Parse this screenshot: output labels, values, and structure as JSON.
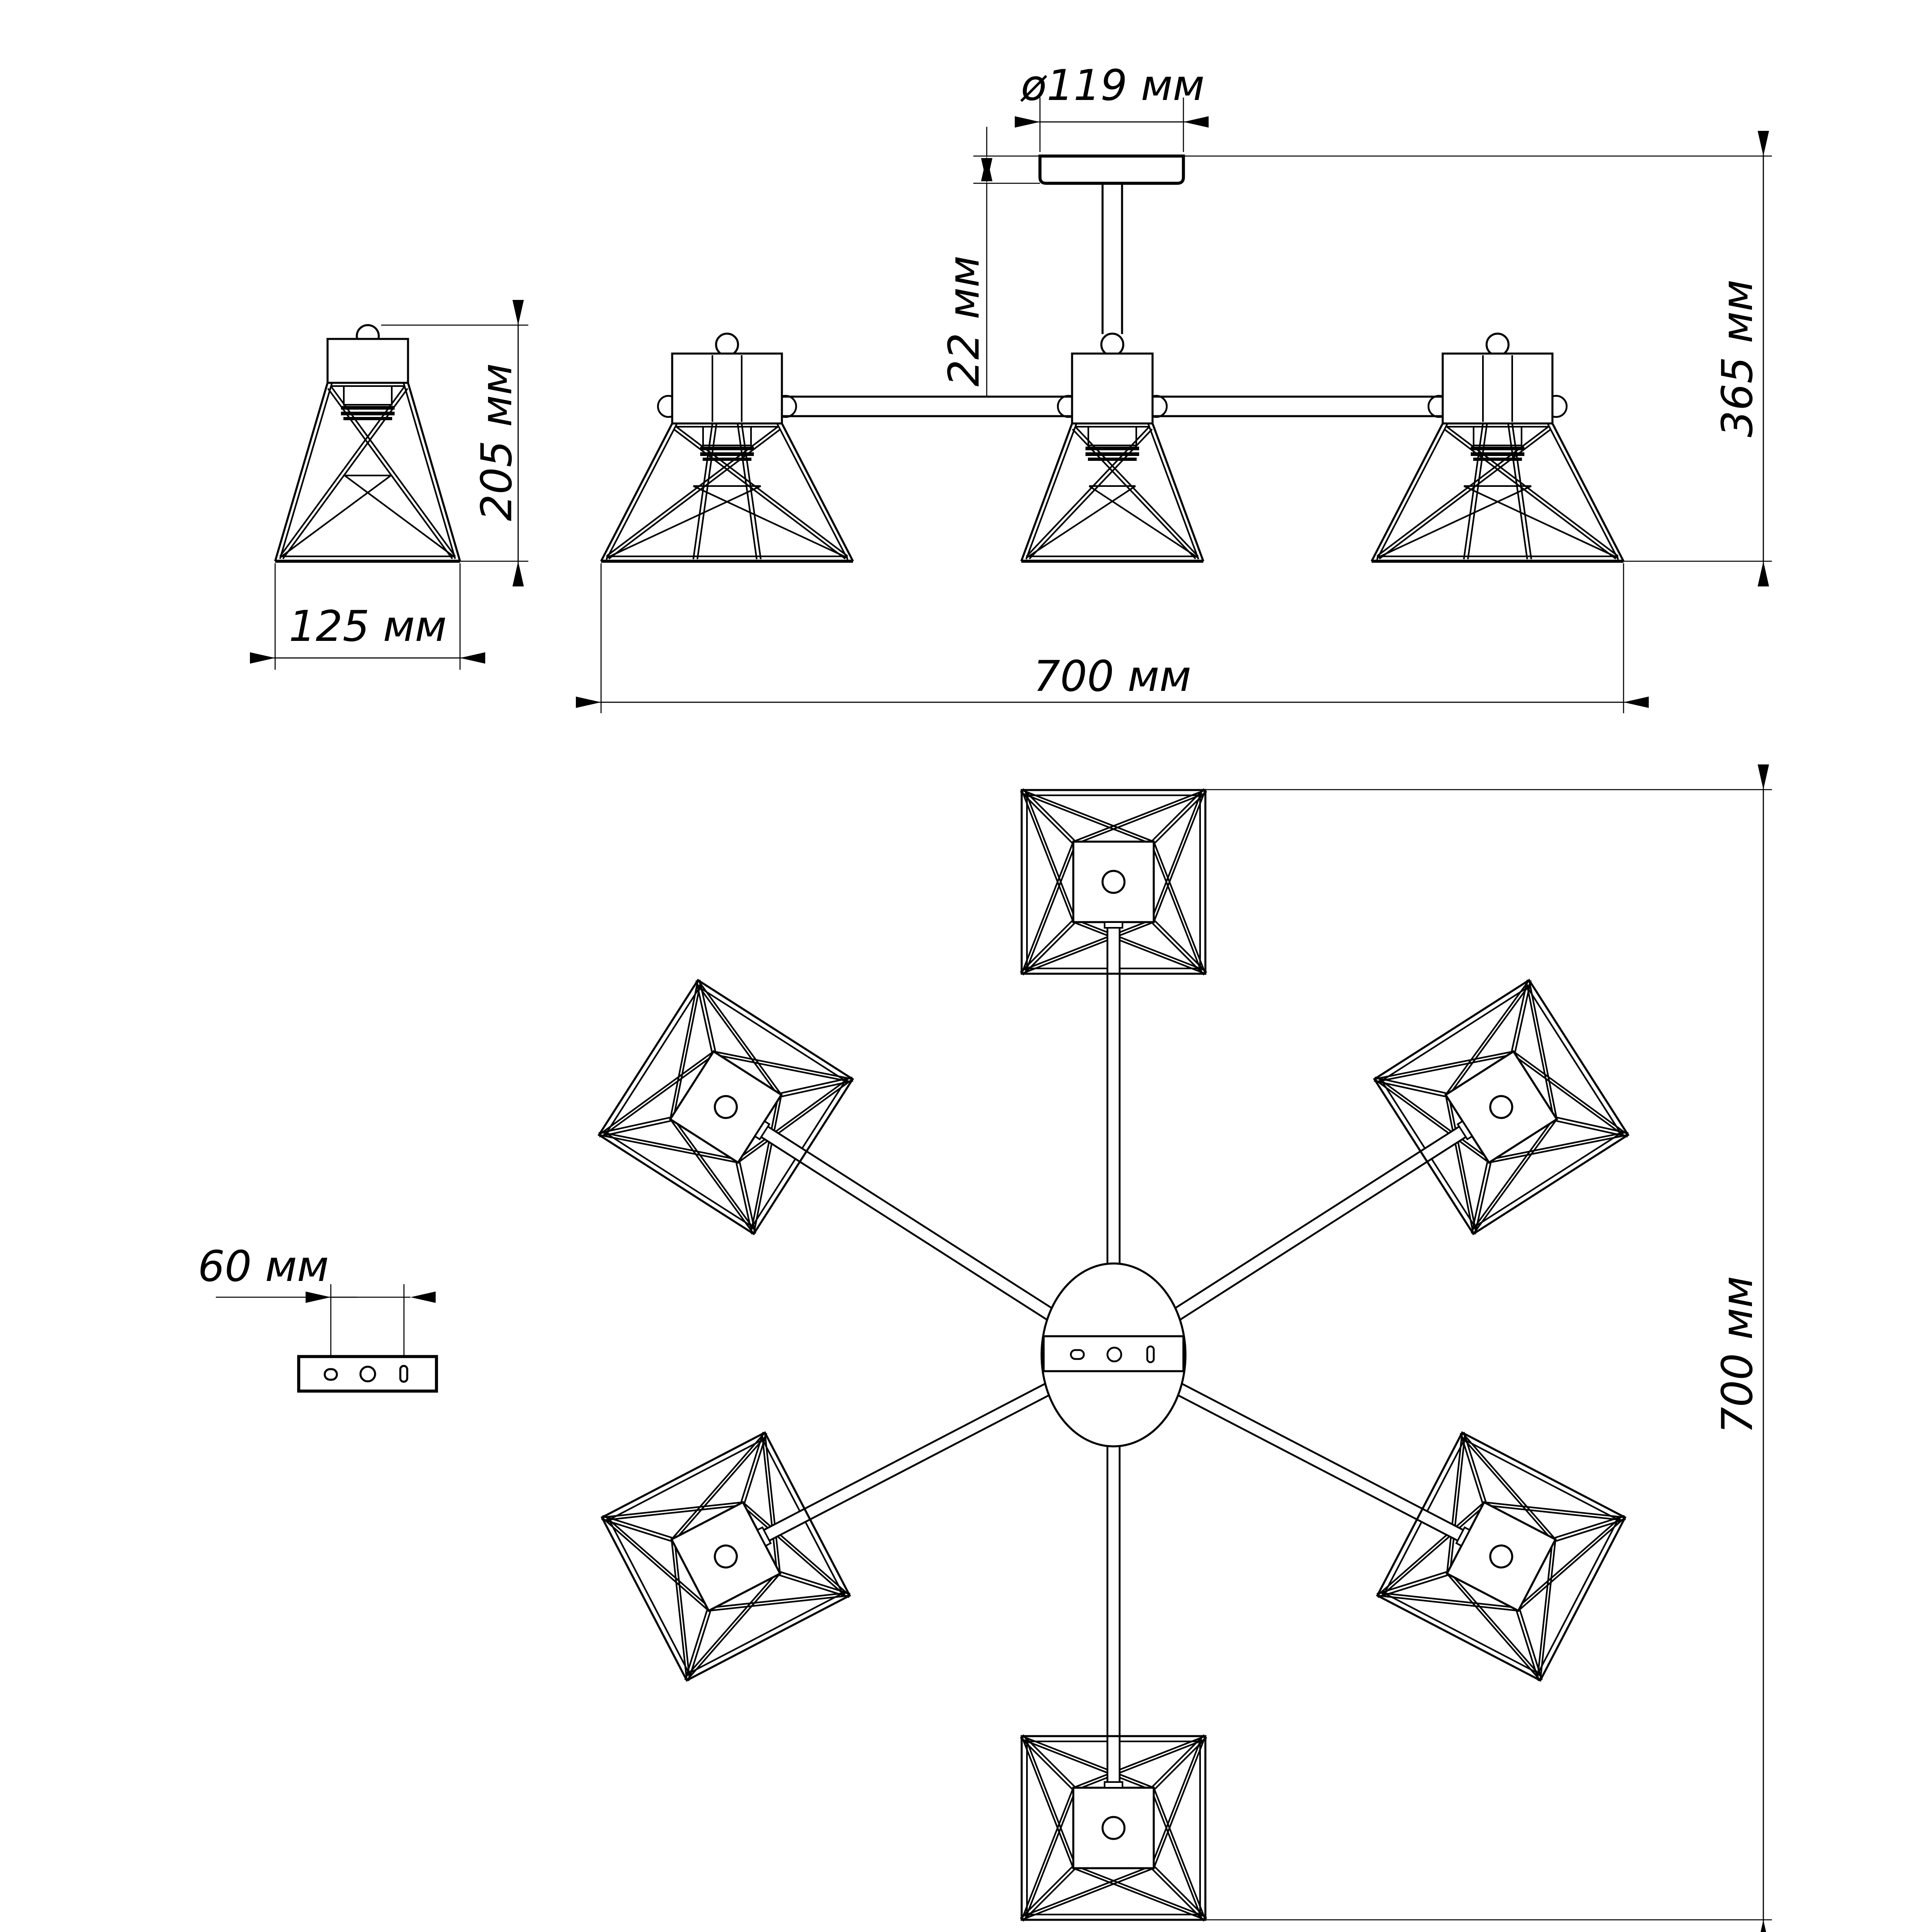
{
  "drawing": {
    "background": "#ffffff",
    "line_color": "#000000",
    "dimensions": {
      "canopy_diameter": "ø119 мм",
      "canopy_height": "22 мм",
      "fixture_height": "365 мм",
      "shade_height": "205 мм",
      "shade_width": "125 мм",
      "fixture_width": "700 мм",
      "plate_hole_spacing": "60 мм",
      "plan_width": "700 мм"
    }
  }
}
